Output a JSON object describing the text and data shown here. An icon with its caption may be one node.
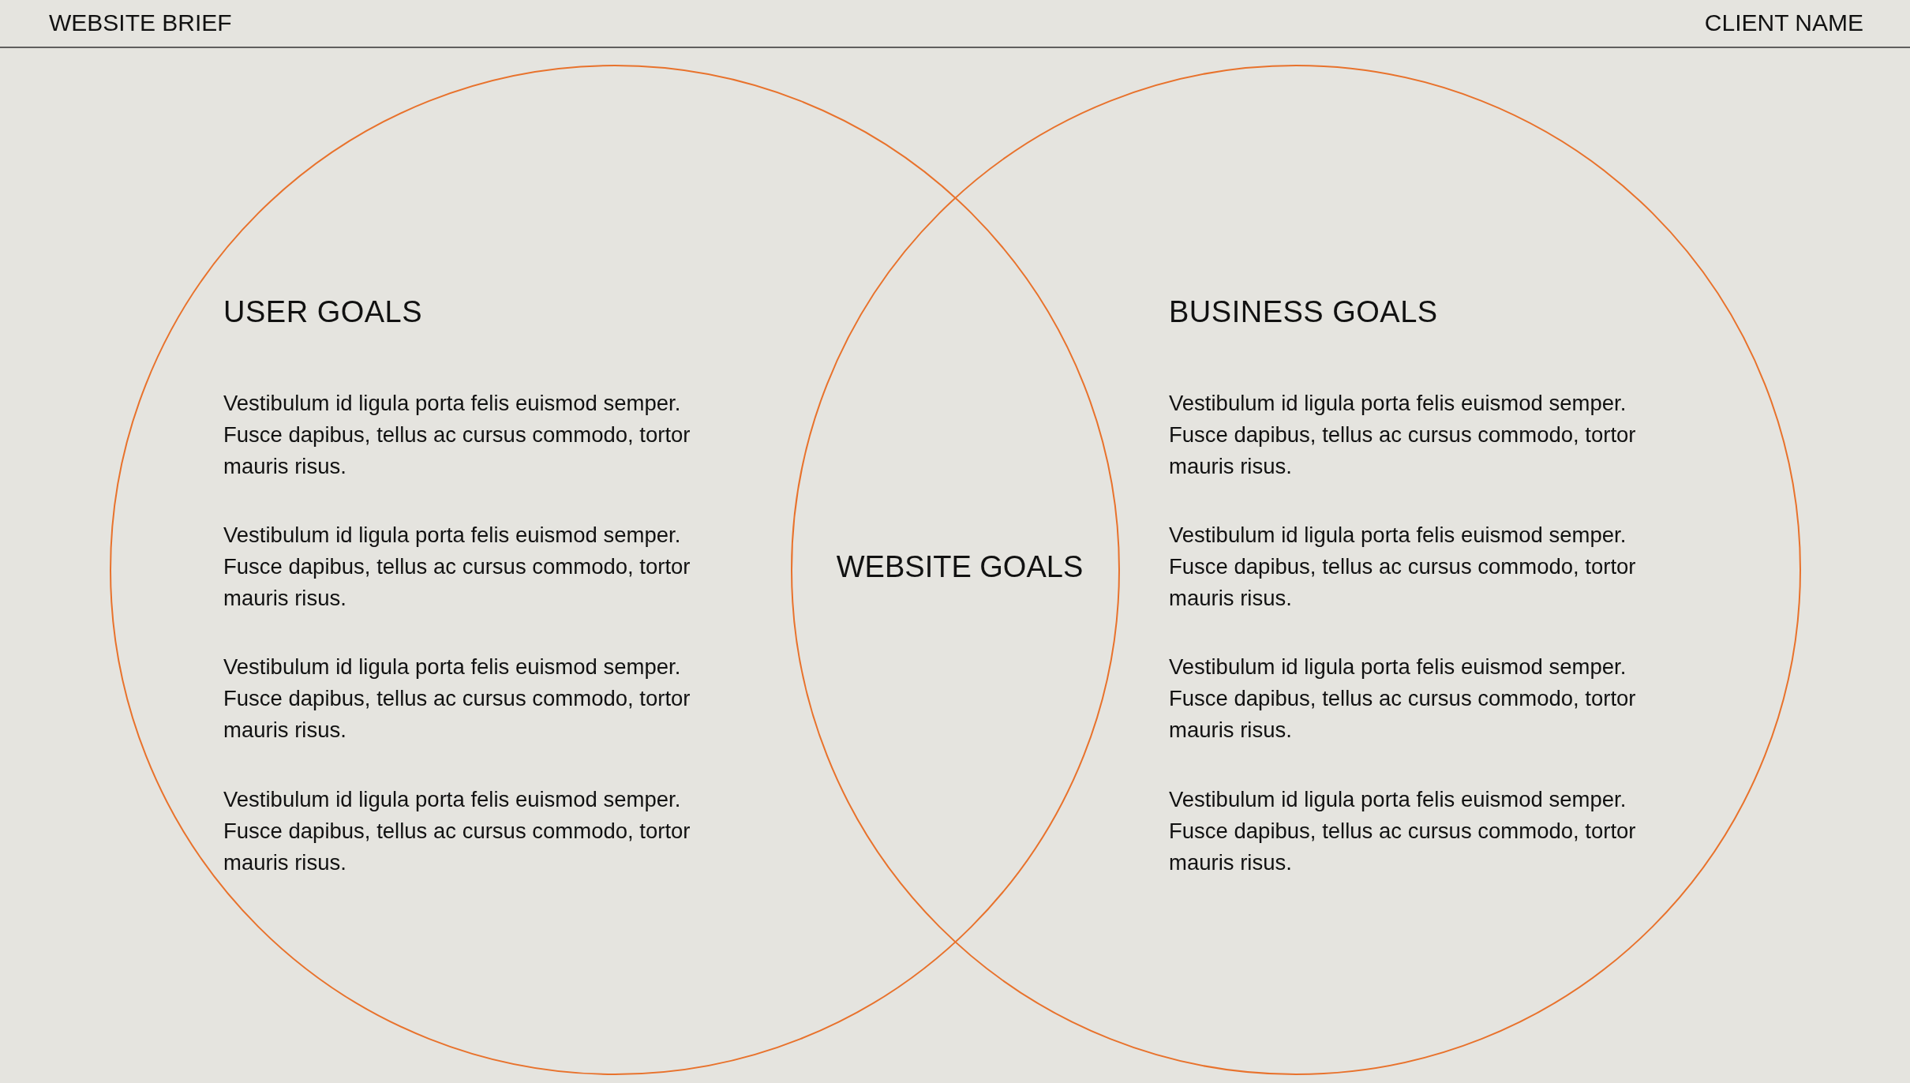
{
  "diagram": {
    "nodes": [
      {
        "text": [
          "USER GOALS",
          "Vestibulum id ligula porta felis euismod semper. Fusce dapibus, tellus ac cursus commodo, tortor mauris risus.",
          "Vestibulum id ligula porta felis euismod semper. Fusce dapibus, tellus ac cursus commodo, tortor mauris risus.",
          "Vestibulum id ligula porta felis euismod semper. Fusce dapibus, tellus ac cursus commodo, tortor mauris risus.",
          "Vestibulum id ligula porta felis euismod semper. Fusce dapibus, tellus ac cursus commodo, tortor mauris risus."
        ]
      },
      {
        "text": [
          "BUSINESS GOALS",
          "Vestibulum id ligula porta felis euismod semper. Fusce dapibus, tellus ac cursus commodo, tortor mauris risus.",
          "Vestibulum id ligula porta felis euismod semper. Fusce dapibus, tellus ac cursus commodo, tortor mauris risus.",
          "Vestibulum id ligula porta felis euismod semper. Fusce dapibus, tellus ac cursus commodo, tortor mauris risus.",
          "Vestibulum id ligula porta felis euismod semper. Fusce dapibus, tellus ac cursus commodo, tortor mauris risus."
        ]
      }
    ],
    "edges": [],
    "labels": [
      "WEBSITE BRIEF",
      "CLIENT NAME",
      "WEBSITE GOALS"
    ]
  }
}
